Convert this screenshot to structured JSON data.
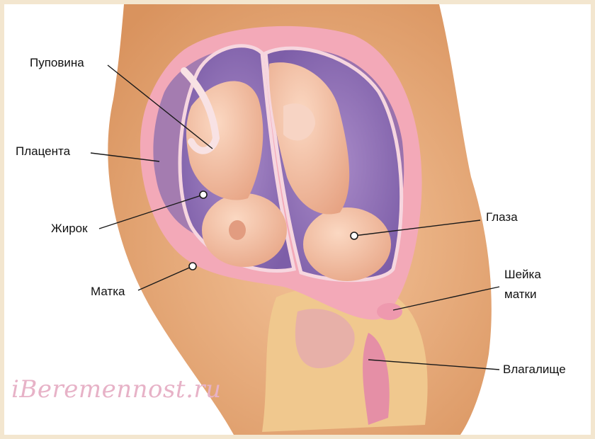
{
  "labels": {
    "umbilical_cord": "Пуповина",
    "placenta": "Плацента",
    "fat": "Жирок",
    "uterus": "Матка",
    "eyes": "Глаза",
    "cervix_line1": "Шейка",
    "cervix_line2": "матки",
    "vagina": "Влагалище"
  },
  "watermark": "iBeremennost.ru",
  "colors": {
    "background": "#f3e6cf",
    "skin": "#e3a676",
    "uterus_wall": "#f0a7b6",
    "placenta": "#a67bb3",
    "fetus": "#f3c0a2",
    "watermark": "#e7b2c7"
  }
}
